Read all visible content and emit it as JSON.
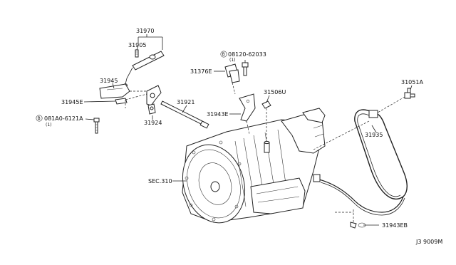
{
  "labels": {
    "p31970": "31970",
    "p31905": "31905",
    "p31945": "31945",
    "p31945e": "31945E",
    "bolt_081a0": "081A0-6121A",
    "bolt_081a0_qty": "(1)",
    "bolt_081a0_prefix": "B",
    "p31924": "31924",
    "p31921": "31921",
    "bolt_08120": "08120-62033",
    "bolt_08120_qty": "(1)",
    "bolt_08120_prefix": "B",
    "p31376e": "31376E",
    "p31943e": "31943E",
    "p31506u": "31506U",
    "p31051a": "31051A",
    "p31935": "31935",
    "sec310": "SEC.310",
    "p31943eb": "31943EB",
    "diagram_code": "J3 9009M"
  }
}
